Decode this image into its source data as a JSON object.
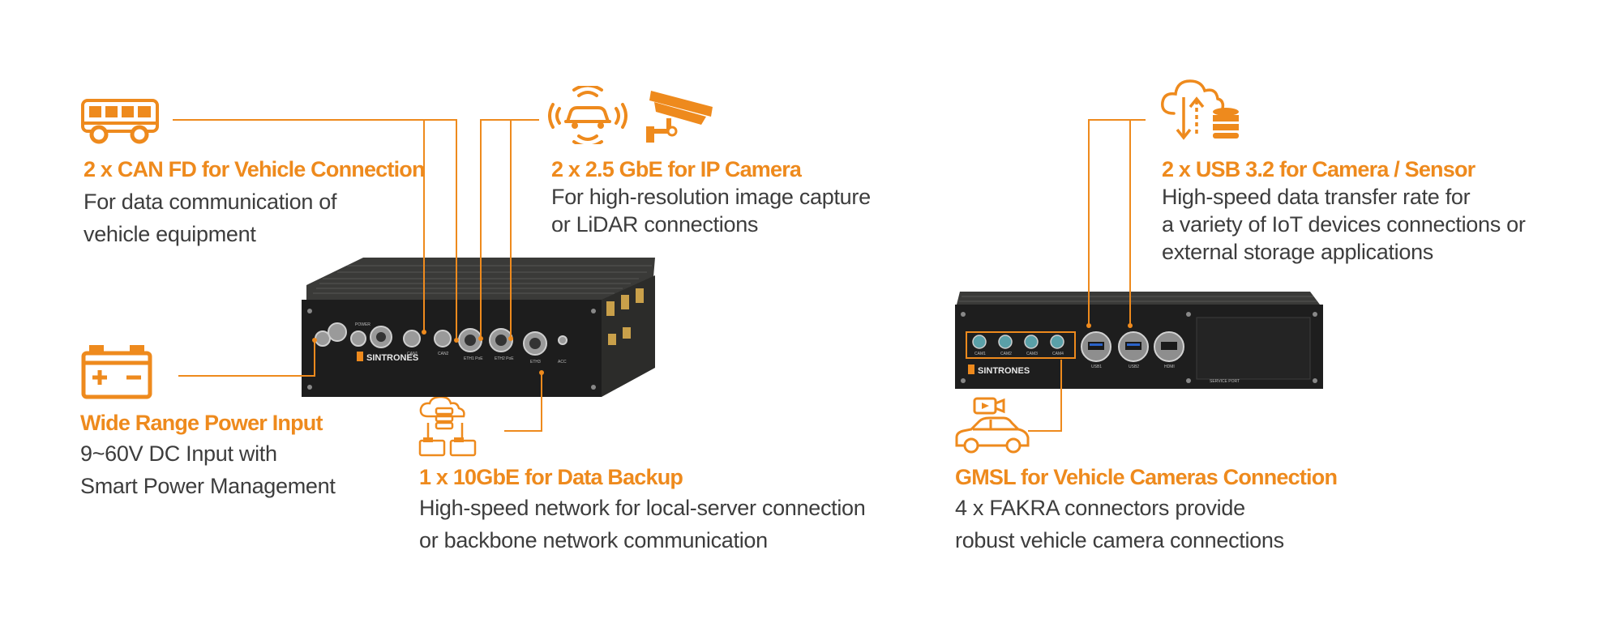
{
  "colors": {
    "accent": "#ee8a1d",
    "text": "#3d3d3d",
    "device_body": "#2a2a2a"
  },
  "features": [
    {
      "id": "can",
      "icon": "bus-icon",
      "title": "2 x CAN FD for Vehicle Connection",
      "desc": [
        "For data communication of",
        "vehicle equipment"
      ]
    },
    {
      "id": "gbe",
      "icon": "wireless-car-and-cctv-camera-icon",
      "title": "2 x 2.5 GbE for IP Camera",
      "desc": [
        "For high-resolution image capture",
        "or LiDAR connections"
      ]
    },
    {
      "id": "usb",
      "icon": "cloud-sync-database-icon",
      "title": "2 x USB 3.2 for Camera / Sensor",
      "desc": [
        "High-speed data transfer rate for",
        "a variety of IoT devices connections or",
        "external storage applications"
      ]
    },
    {
      "id": "power",
      "icon": "battery-icon",
      "title": "Wide Range Power Input",
      "desc": [
        "9~60V DC Input with",
        "Smart Power Management"
      ]
    },
    {
      "id": "backup",
      "icon": "cloud-backup-server-icon",
      "title": "1 x 10GbE for Data Backup",
      "desc": [
        "High-speed network for local-server connection",
        "or backbone network communication"
      ]
    },
    {
      "id": "gmsl",
      "icon": "car-camera-icon",
      "title": "GMSL for Vehicle Cameras Connection",
      "desc": [
        "4 x FAKRA connectors provide",
        "robust vehicle camera connections"
      ]
    }
  ],
  "devices": {
    "front": {
      "brand": "SINTRONES",
      "labels": [
        "POWER",
        "CAN1",
        "CAN2",
        "ETH1 PoE",
        "ETH2 PoE",
        "ETH3",
        "ACC"
      ]
    },
    "rear": {
      "brand": "SINTRONES",
      "labels": [
        "CAM1",
        "CAM2",
        "CAM3",
        "CAM4",
        "USB1",
        "USB2",
        "HDMI",
        "SERVICE PORT"
      ]
    }
  }
}
